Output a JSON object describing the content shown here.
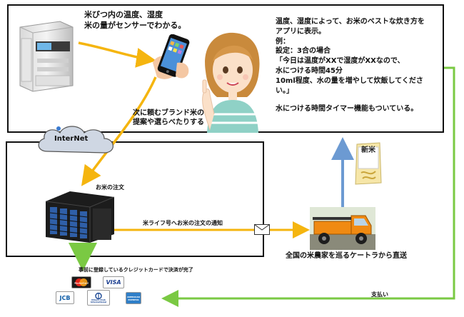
{
  "sensor_text": [
    "米びつ内の温度、湿度",
    "米の量がセンサーでわかる。"
  ],
  "brand_text": [
    "次に頼むブランド米の",
    "提案や選らべたりする"
  ],
  "app_text": [
    "温度、湿度によって、お米のベストな炊き方を",
    "アプリに表示。",
    "例：",
    "設定：3合の場合",
    "「今日は温度がXXで湿度がXXなので、",
    "水につける時間45分",
    "10ml程度、水の量を増やして炊飯してくださ",
    "い。」",
    "",
    "水につける時間タイマー機能もついている。"
  ],
  "internet_label": "InterNet",
  "order_label": "お米の注文",
  "notify_label": "米ライフ号へお米の注文の通知",
  "delivery_label": "全国の米農家を巡るケートラから直送",
  "payment_text": "事前に登録しているクレジットカードで決済が完了",
  "pay_label": "支払い",
  "rice_bag_label": "新米",
  "card_brands": {
    "mastercard": "MasterCard",
    "visa": "VISA",
    "jcb": "JCB",
    "diners": "Diners Club International",
    "amex": "AMERICAN EXPRESS"
  },
  "colors": {
    "orange_arrow": "#f5b50f",
    "green_arrow": "#7ac943",
    "blue_arrow": "#6c9ad2",
    "truck_orange": "#f08a12"
  }
}
